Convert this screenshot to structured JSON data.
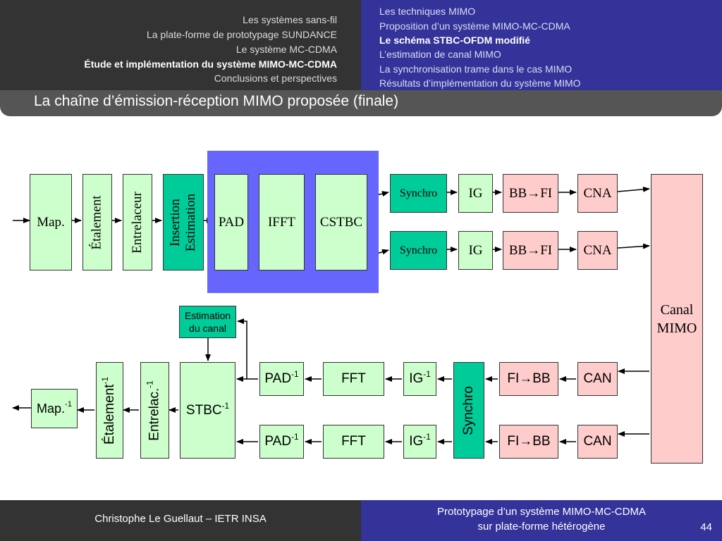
{
  "header": {
    "sections": [
      "Les systèmes sans-fil",
      "La plate-forme de prototypage SUNDANCE",
      "Le système MC-CDMA",
      "Étude et implémentation du système MIMO-MC-CDMA",
      "Conclusions et perspectives"
    ],
    "active_section_index": 3,
    "subsections": [
      "Les techniques MIMO",
      "Proposition d’un système MIMO-MC-CDMA",
      "Le schéma STBC-OFDM modifié",
      "L’estimation de canal MIMO",
      "La synchronisation trame dans le cas MIMO",
      "Résultats d’implémentation du système MIMO"
    ],
    "active_subsection_index": 2
  },
  "slide_title": "La chaîne d’émission-réception MIMO proposée (finale)",
  "diagram": {
    "tx": {
      "map": "Map.",
      "etalement": "Étalement",
      "entrelaceur": "Entrelaceur",
      "insertion_line1": "Insertion",
      "insertion_line2": "Estimation",
      "pad": "PAD",
      "ifft": "IFFT",
      "cstbc": "CSTBC",
      "synchro": "Synchro",
      "ig": "IG",
      "bb_fi": "BB→FI",
      "cna": "CNA"
    },
    "channel_line1": "Canal",
    "channel_line2": "MIMO",
    "rx": {
      "estimation_line1": "Estimation",
      "estimation_line2": "du canal",
      "can": "CAN",
      "fi_bb": "FI→BB",
      "synchro": "Synchro",
      "ig": "IG",
      "fft": "FFT",
      "pad": "PAD",
      "stbc": "STBC",
      "entrelac": "Entrelac.",
      "etalement": "Étalement",
      "map": "Map.",
      "inverse_exp": "-1"
    }
  },
  "colors": {
    "tx_block": "#ccffcc",
    "synchro_block": "#00cc99",
    "rf_block": "#ffcccc",
    "highlight": "#6666ff",
    "header_dark": "#333333",
    "header_blue": "#33339a"
  },
  "footer": {
    "author": "Christophe Le Guellaut – IETR INSA",
    "title_line1": "Prototypage d’un système MIMO-MC-CDMA",
    "title_line2": "sur plate-forme hétérogène",
    "page_number": "44"
  }
}
